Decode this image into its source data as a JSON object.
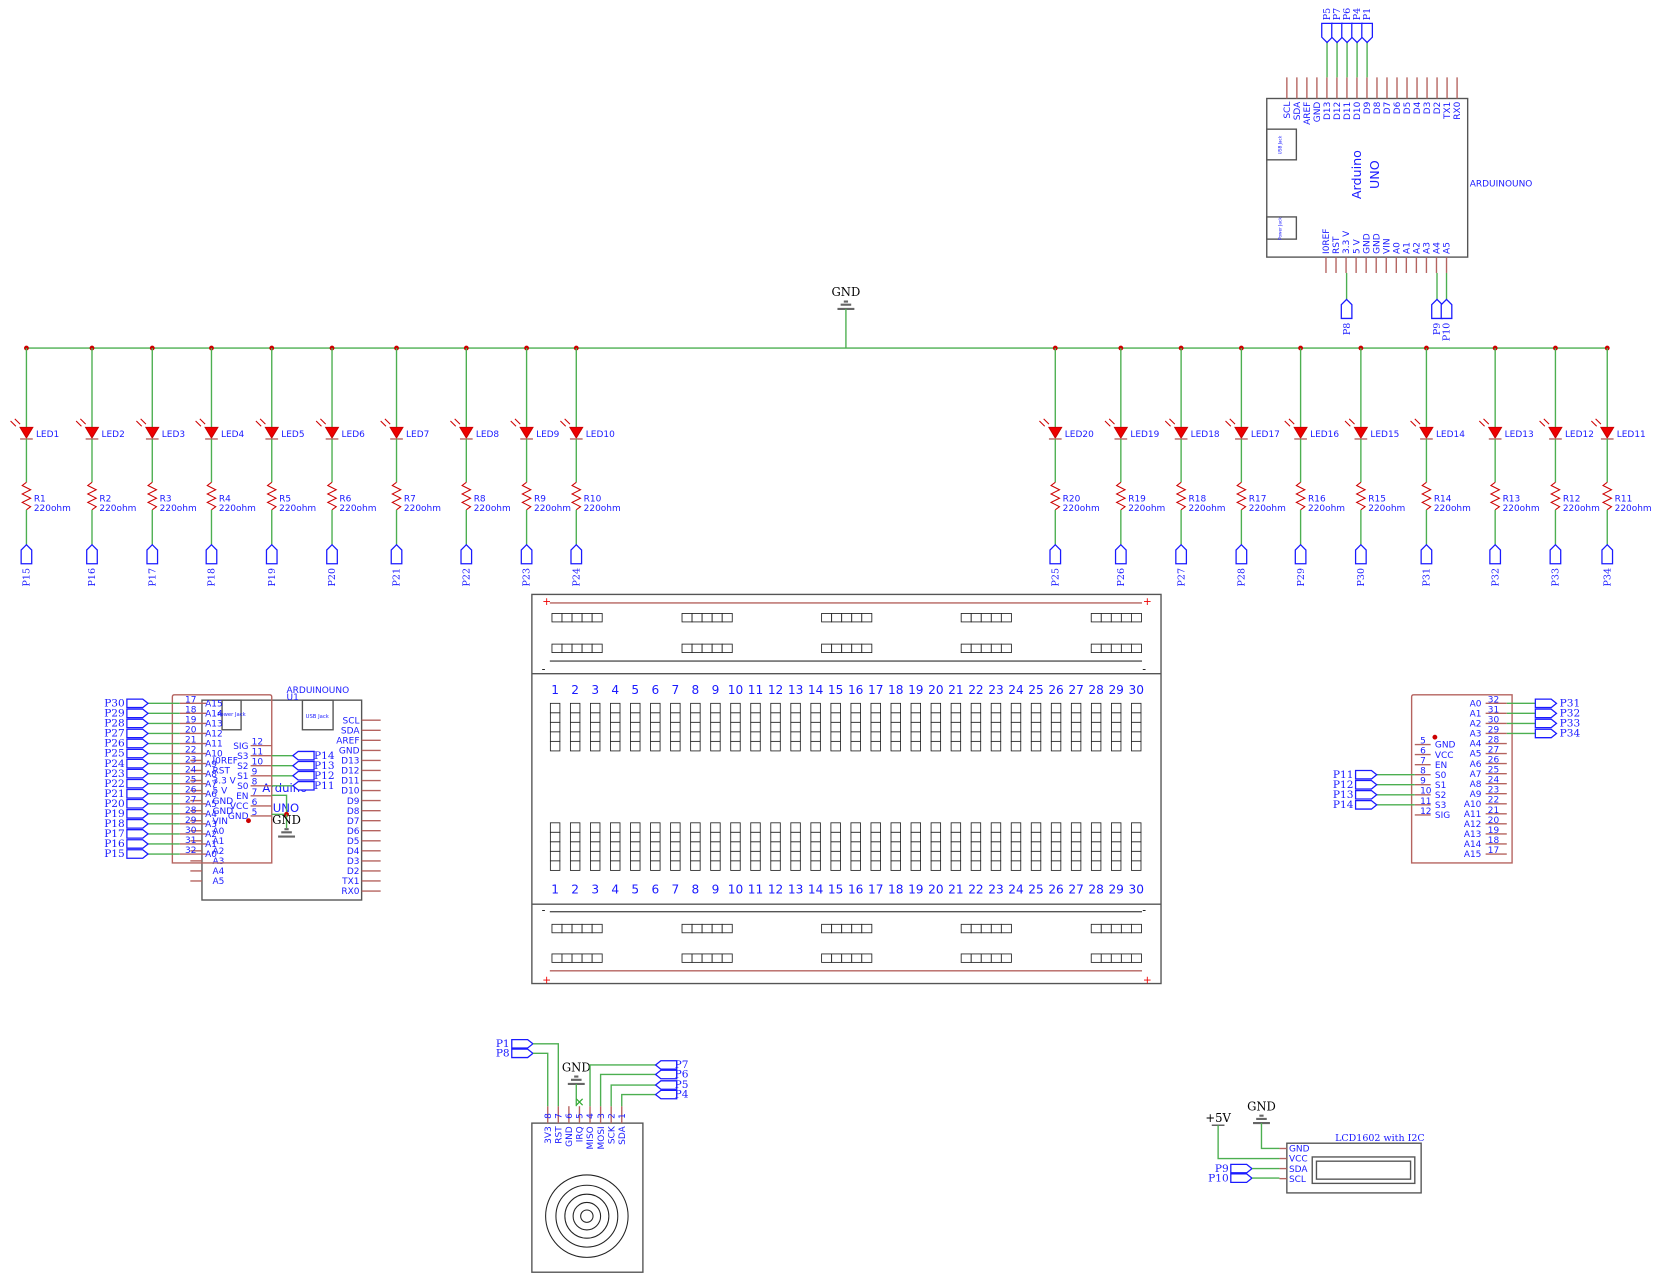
{
  "gnd_label": "GND",
  "plus5v_label": "+5V",
  "leds_left": [
    {
      "led": "LED1",
      "res": "R1",
      "val": "220ohm",
      "port": "P15"
    },
    {
      "led": "LED2",
      "res": "R2",
      "val": "220ohm",
      "port": "P16"
    },
    {
      "led": "LED3",
      "res": "R3",
      "val": "220ohm",
      "port": "P17"
    },
    {
      "led": "LED4",
      "res": "R4",
      "val": "220ohm",
      "port": "P18"
    },
    {
      "led": "LED5",
      "res": "R5",
      "val": "220ohm",
      "port": "P19"
    },
    {
      "led": "LED6",
      "res": "R6",
      "val": "220ohm",
      "port": "P20"
    },
    {
      "led": "LED7",
      "res": "R7",
      "val": "220ohm",
      "port": "P21"
    },
    {
      "led": "LED8",
      "res": "R8",
      "val": "220ohm",
      "port": "P22"
    },
    {
      "led": "LED9",
      "res": "R9",
      "val": "220ohm",
      "port": "P23"
    },
    {
      "led": "LED10",
      "res": "R10",
      "val": "220ohm",
      "port": "P24"
    }
  ],
  "leds_right": [
    {
      "led": "LED20",
      "res": "R20",
      "val": "220ohm",
      "port": "P25"
    },
    {
      "led": "LED19",
      "res": "R19",
      "val": "220ohm",
      "port": "P26"
    },
    {
      "led": "LED18",
      "res": "R18",
      "val": "220ohm",
      "port": "P27"
    },
    {
      "led": "LED17",
      "res": "R17",
      "val": "220ohm",
      "port": "P28"
    },
    {
      "led": "LED16",
      "res": "R16",
      "val": "220ohm",
      "port": "P29"
    },
    {
      "led": "LED15",
      "res": "R15",
      "val": "220ohm",
      "port": "P30"
    },
    {
      "led": "LED14",
      "res": "R14",
      "val": "220ohm",
      "port": "P31"
    },
    {
      "led": "LED13",
      "res": "R13",
      "val": "220ohm",
      "port": "P32"
    },
    {
      "led": "LED12",
      "res": "R12",
      "val": "220ohm",
      "port": "P33"
    },
    {
      "led": "LED11",
      "res": "R11",
      "val": "220ohm",
      "port": "P34"
    }
  ],
  "arduino_top": {
    "name": "ARDUINOUNO",
    "title1": "Arduino",
    "title2": "UNO",
    "usb": "USB Jack",
    "power": "Power Jack",
    "top_pins": [
      "SCL",
      "SDA",
      "AREF",
      "GND",
      "D13",
      "D12",
      "D11",
      "D10",
      "D9",
      "D8",
      "D7",
      "D6",
      "D5",
      "D4",
      "D3",
      "D2",
      "TX1",
      "RX0"
    ],
    "bottom_pins": [
      "I0REF",
      "RST",
      "3.3 V",
      "5 V",
      "GND",
      "GND",
      "VIN",
      "A0",
      "A1",
      "A2",
      "A3",
      "A4",
      "A5"
    ],
    "top_ports": [
      "P5",
      "P7",
      "P6",
      "P4",
      "P1"
    ],
    "bottom_ports": [
      "P8",
      "P9",
      "P10"
    ]
  },
  "arduino_left": {
    "name": "ARDUINOUNO",
    "ref": "U1",
    "title1": "Arduino",
    "title2": "UNO",
    "usb": "USB Jack",
    "power": "Power Jack",
    "left_pins": [
      "I0REF",
      "RST",
      "3.3 V",
      "5 V",
      "GND",
      "GND",
      "VIN",
      "A0",
      "A1",
      "A2",
      "A3",
      "A4",
      "A5"
    ],
    "right_pins": [
      "SCL",
      "SDA",
      "AREF",
      "GND",
      "D13",
      "D12",
      "D11",
      "D10",
      "D9",
      "D8",
      "D7",
      "D6",
      "D5",
      "D4",
      "D3",
      "D2",
      "TX1",
      "RX0"
    ]
  },
  "mux_left": {
    "channels": [
      [
        "17",
        "A15"
      ],
      [
        "18",
        "A14"
      ],
      [
        "19",
        "A13"
      ],
      [
        "20",
        "A12"
      ],
      [
        "21",
        "A11"
      ],
      [
        "22",
        "A10"
      ],
      [
        "23",
        "A9"
      ],
      [
        "24",
        "A8"
      ],
      [
        "25",
        "A7"
      ],
      [
        "26",
        "A6"
      ],
      [
        "27",
        "A5"
      ],
      [
        "28",
        "A4"
      ],
      [
        "29",
        "A3"
      ],
      [
        "30",
        "A2"
      ],
      [
        "31",
        "A1"
      ],
      [
        "32",
        "A0"
      ]
    ],
    "ports": [
      "P30",
      "P29",
      "P28",
      "P27",
      "P26",
      "P25",
      "P24",
      "P23",
      "P22",
      "P21",
      "P20",
      "P19",
      "P18",
      "P17",
      "P16",
      "P15"
    ],
    "ctrl": [
      [
        "12",
        "SIG"
      ],
      [
        "11",
        "S3"
      ],
      [
        "10",
        "S2"
      ],
      [
        "9",
        "S1"
      ],
      [
        "8",
        "S0"
      ],
      [
        "7",
        "EN"
      ],
      [
        "6",
        "VCC"
      ],
      [
        "5",
        "GND"
      ]
    ],
    "ctrl_ports": [
      "P14",
      "P13",
      "P12",
      "P11"
    ]
  },
  "mux_right": {
    "channels": [
      [
        "32",
        "A0"
      ],
      [
        "31",
        "A1"
      ],
      [
        "30",
        "A2"
      ],
      [
        "29",
        "A3"
      ],
      [
        "28",
        "A4"
      ],
      [
        "27",
        "A5"
      ],
      [
        "26",
        "A6"
      ],
      [
        "25",
        "A7"
      ],
      [
        "24",
        "A8"
      ],
      [
        "23",
        "A9"
      ],
      [
        "22",
        "A10"
      ],
      [
        "21",
        "A11"
      ],
      [
        "20",
        "A12"
      ],
      [
        "19",
        "A13"
      ],
      [
        "18",
        "A14"
      ],
      [
        "17",
        "A15"
      ]
    ],
    "ports": [
      "P31",
      "P32",
      "P33",
      "P34"
    ],
    "ctrl": [
      [
        "5",
        "GND"
      ],
      [
        "6",
        "VCC"
      ],
      [
        "7",
        "EN"
      ],
      [
        "8",
        "S0"
      ],
      [
        "9",
        "S1"
      ],
      [
        "10",
        "S2"
      ],
      [
        "11",
        "S3"
      ],
      [
        "12",
        "SIG"
      ]
    ],
    "ctrl_ports": [
      "P11",
      "P12",
      "P13",
      "P14"
    ]
  },
  "breadboard": {
    "columns": [
      "1",
      "2",
      "3",
      "4",
      "5",
      "6",
      "7",
      "8",
      "9",
      "10",
      "11",
      "12",
      "13",
      "14",
      "15",
      "16",
      "17",
      "18",
      "19",
      "20",
      "21",
      "22",
      "23",
      "24",
      "25",
      "26",
      "27",
      "28",
      "29",
      "30"
    ],
    "plus": "+",
    "minus": "-"
  },
  "rfid": {
    "pins": [
      [
        "8",
        "3V3"
      ],
      [
        "7",
        "RST"
      ],
      [
        "6",
        "GND"
      ],
      [
        "5",
        "IRQ"
      ],
      [
        "4",
        "MISO"
      ],
      [
        "3",
        "MOSI"
      ],
      [
        "2",
        "SCK"
      ],
      [
        "1",
        "SDA"
      ]
    ],
    "ports_left": [
      "P1",
      "P8"
    ],
    "ports_right": [
      "P7",
      "P6",
      "P5",
      "P4"
    ]
  },
  "lcd": {
    "title": "LCD1602 with I2C",
    "pins": [
      "GND",
      "VCC",
      "SDA",
      "SCL"
    ],
    "ports": [
      "P9",
      "P10"
    ]
  }
}
